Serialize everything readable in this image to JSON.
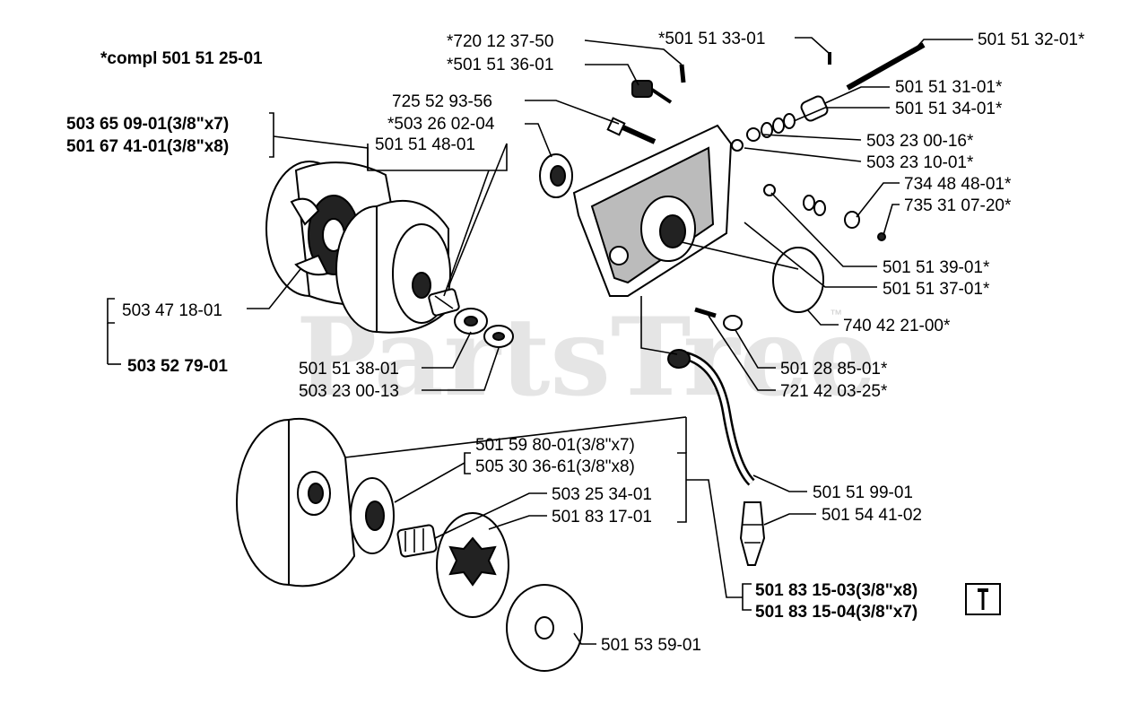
{
  "diagram": {
    "assembly_note": "*compl 501 51 25-01",
    "watermark": "PartsTree",
    "watermark_tm": "™",
    "callouts": [
      {
        "id": "c1",
        "text": "*720 12 37-50",
        "bold": false
      },
      {
        "id": "c2",
        "text": "*501 51 36-01",
        "bold": false
      },
      {
        "id": "c3",
        "text": "*501 51 33-01",
        "bold": false
      },
      {
        "id": "c4",
        "text": "501 51 32-01*",
        "bold": false
      },
      {
        "id": "c5",
        "text": "725 52 93-56",
        "bold": false
      },
      {
        "id": "c6",
        "text": "*503 26 02-04",
        "bold": false
      },
      {
        "id": "c7",
        "text": "501 51 31-01*",
        "bold": false
      },
      {
        "id": "c8",
        "text": "501 51 34-01*",
        "bold": false
      },
      {
        "id": "c9",
        "text": "503 23 00-16*",
        "bold": false
      },
      {
        "id": "c10",
        "text": "503 23 10-01*",
        "bold": false
      },
      {
        "id": "c11",
        "text": "734 48 48-01*",
        "bold": false
      },
      {
        "id": "c12",
        "text": "735 31 07-20*",
        "bold": false
      },
      {
        "id": "c13",
        "text": "503 65 09-01(3/8\"x7)",
        "bold": true
      },
      {
        "id": "c14",
        "text": "501 67 41-01(3/8\"x8)",
        "bold": true
      },
      {
        "id": "c15",
        "text": "501 51 48-01",
        "bold": false
      },
      {
        "id": "c16",
        "text": "501 51 39-01*",
        "bold": false
      },
      {
        "id": "c17",
        "text": "501 51 37-01*",
        "bold": false
      },
      {
        "id": "c18",
        "text": "503 47 18-01",
        "bold": false
      },
      {
        "id": "c19",
        "text": "740 42 21-00*",
        "bold": false
      },
      {
        "id": "c20",
        "text": "503 52 79-01",
        "bold": true
      },
      {
        "id": "c21",
        "text": "501 51 38-01",
        "bold": false
      },
      {
        "id": "c22",
        "text": "503 23 00-13",
        "bold": false
      },
      {
        "id": "c23",
        "text": "501 28 85-01*",
        "bold": false
      },
      {
        "id": "c24",
        "text": "721 42 03-25*",
        "bold": false
      },
      {
        "id": "c25",
        "text": "501 59 80-01(3/8\"x7)",
        "bold": false
      },
      {
        "id": "c26",
        "text": "505 30 36-61(3/8\"x8)",
        "bold": false
      },
      {
        "id": "c27",
        "text": "503 25 34-01",
        "bold": false
      },
      {
        "id": "c28",
        "text": "501 83 17-01",
        "bold": false
      },
      {
        "id": "c29",
        "text": "501 51 99-01",
        "bold": false
      },
      {
        "id": "c30",
        "text": "501 54 41-02",
        "bold": false
      },
      {
        "id": "c31",
        "text": "501 83 15-03(3/8\"x8)",
        "bold": true
      },
      {
        "id": "c32",
        "text": "501 83 15-04(3/8\"x7)",
        "bold": true
      },
      {
        "id": "c33",
        "text": "501 53 59-01",
        "bold": false
      }
    ]
  }
}
